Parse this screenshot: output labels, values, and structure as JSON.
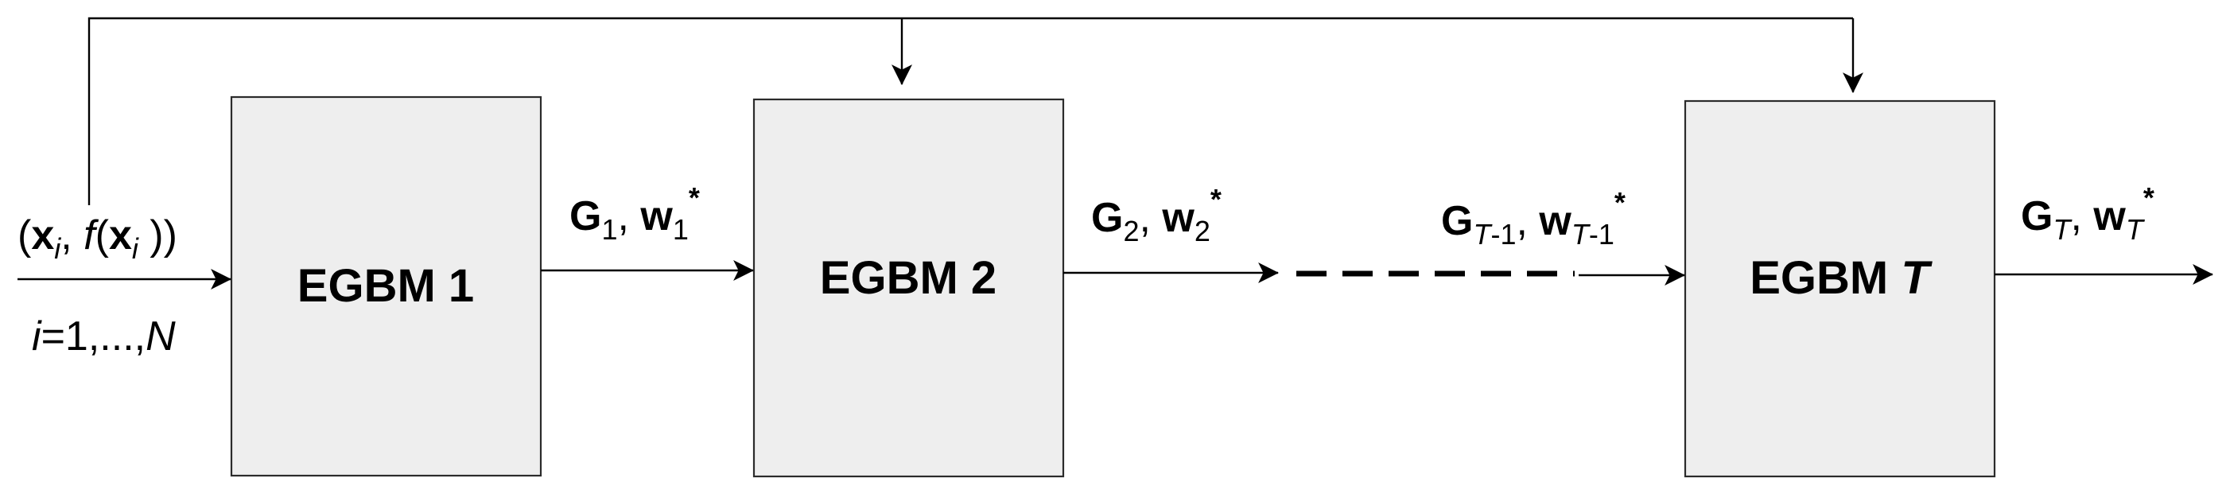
{
  "blocks": {
    "block1": {
      "name": "EGBM ",
      "index": "1"
    },
    "block2": {
      "name": "EGBM ",
      "index": "2"
    },
    "blockT": {
      "name": "EGBM ",
      "index": "T"
    }
  },
  "input": {
    "open_paren": "(",
    "x": "x",
    "x_sub": "i",
    "comma": ", ",
    "f": "f",
    "paren_x_open": "(",
    "x2": "x",
    "x2_sub": "i",
    "close": " ))",
    "range_i": "i",
    "range_rest": "=1,...,",
    "range_N": "N"
  },
  "outputs": {
    "out1": {
      "G": "G",
      "G_sub": "1",
      "comma": ", ",
      "w": "w",
      "w_sub": "1",
      "star": "*"
    },
    "out2": {
      "G": "G",
      "G_sub": "2",
      "comma": ", ",
      "w": "w",
      "w_sub": "2",
      "star": "*"
    },
    "outTm1": {
      "G": "G",
      "G_sub_T": "T",
      "G_sub_rest": "-1",
      "comma": ", ",
      "w": "w",
      "w_sub_T": "T",
      "w_sub_rest": "-1",
      "star": "*"
    },
    "outT": {
      "G": "G",
      "G_sub": "T",
      "comma": ", ",
      "w": "w",
      "w_sub": "T",
      "star": "*"
    }
  }
}
